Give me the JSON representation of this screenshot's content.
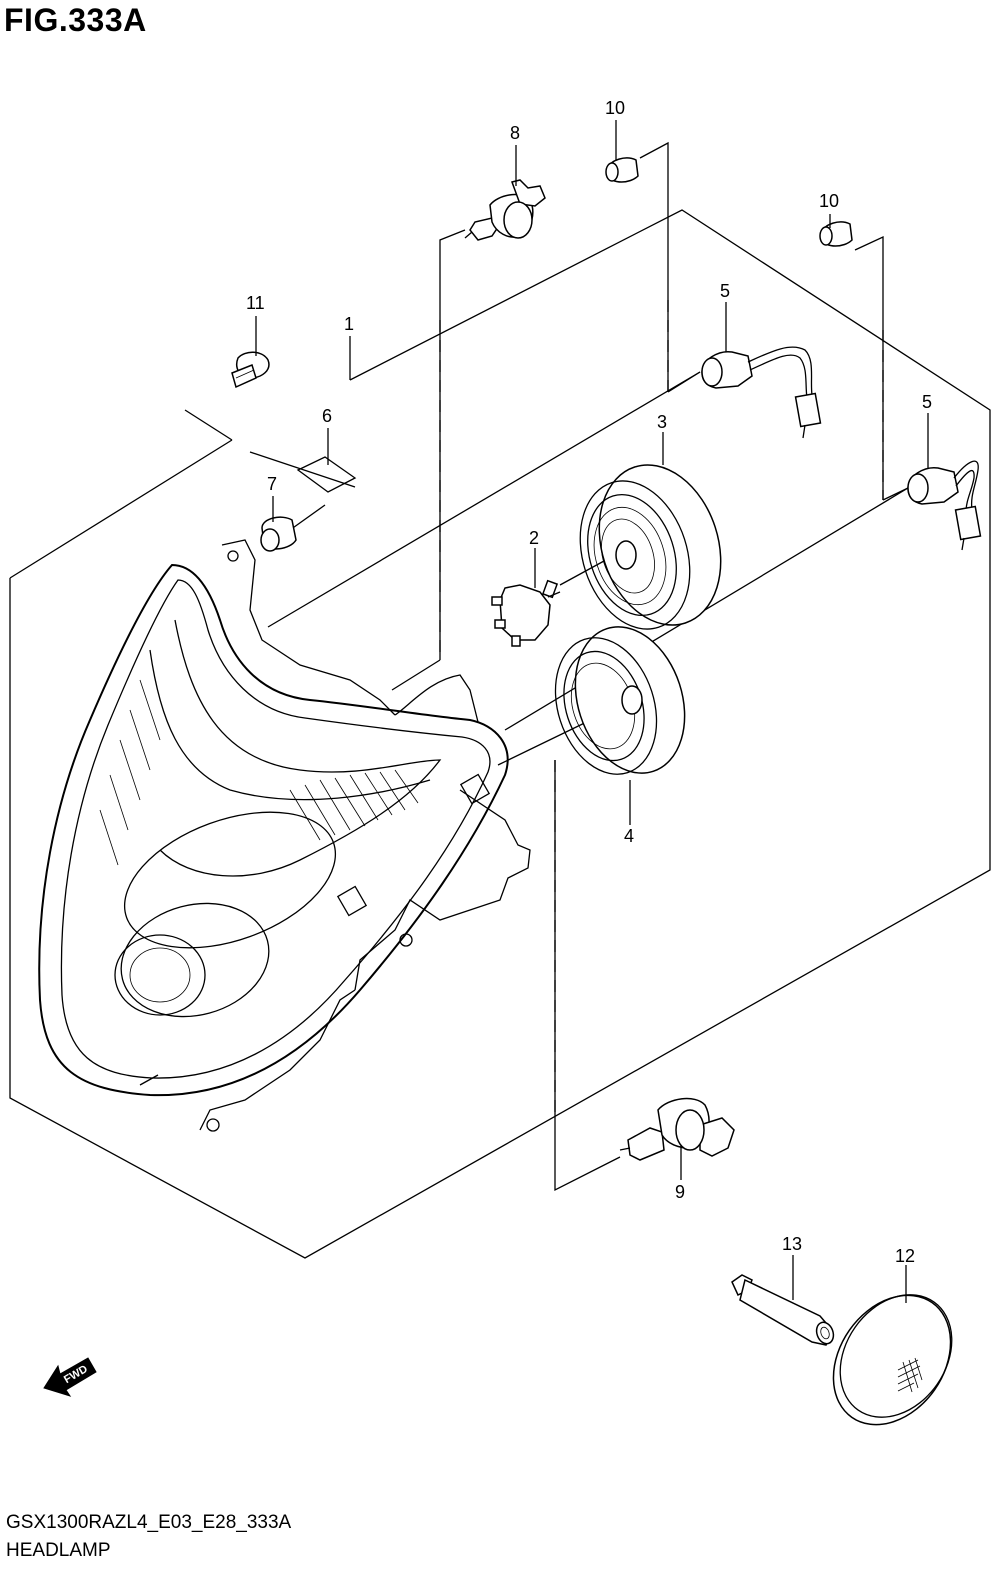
{
  "figure": {
    "title": "FIG.333A",
    "model_code": "GSX1300RAZL4_E03_E28_333A",
    "name": "HEADLAMP"
  },
  "callouts": [
    {
      "id": "1",
      "label": "1"
    },
    {
      "id": "2",
      "label": "2"
    },
    {
      "id": "3",
      "label": "3"
    },
    {
      "id": "4",
      "label": "4"
    },
    {
      "id": "5a",
      "label": "5"
    },
    {
      "id": "5b",
      "label": "5"
    },
    {
      "id": "6",
      "label": "6"
    },
    {
      "id": "7",
      "label": "7"
    },
    {
      "id": "8",
      "label": "8"
    },
    {
      "id": "9",
      "label": "9"
    },
    {
      "id": "10a",
      "label": "10"
    },
    {
      "id": "10b",
      "label": "10"
    },
    {
      "id": "11",
      "label": "11"
    },
    {
      "id": "12",
      "label": "12"
    },
    {
      "id": "13",
      "label": "13"
    }
  ],
  "fwd_arrow": {
    "label": "FWD",
    "icon": "fwd-arrow-icon"
  }
}
